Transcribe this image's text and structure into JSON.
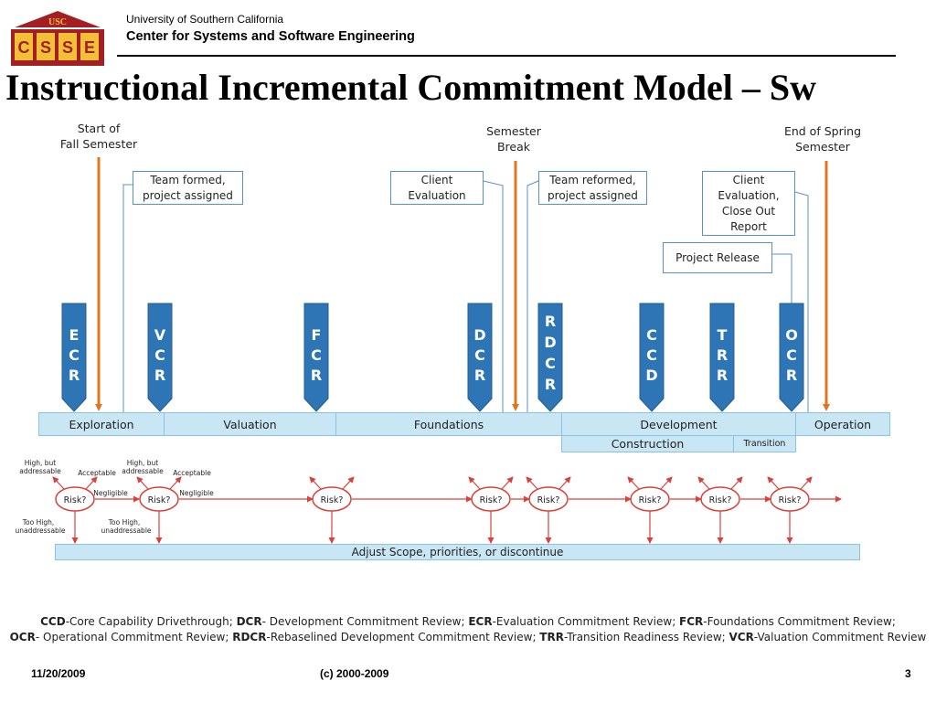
{
  "header": {
    "university": "University of Southern California",
    "center": "Center for Systems and Software Engineering",
    "logo_top": "USC",
    "logo_letters": [
      "C",
      "S",
      "S",
      "E"
    ]
  },
  "title": "Instructional Incremental Commitment Model – Sw",
  "timeline": {
    "start": [
      "Start of",
      "Fall Semester"
    ],
    "break": [
      "Semester",
      "Break"
    ],
    "end": [
      "End of Spring",
      "Semester"
    ]
  },
  "notes": {
    "team_formed": [
      "Team formed,",
      "project assigned"
    ],
    "client_eval": [
      "Client",
      "Evaluation"
    ],
    "team_reformed": [
      "Team reformed,",
      "project assigned"
    ],
    "client_closeout": [
      "Client",
      "Evaluation,",
      "Close Out",
      "Report"
    ],
    "project_release": "Project Release"
  },
  "milestones": [
    {
      "id": "ecr",
      "letters": [
        "E",
        "C",
        "R"
      ]
    },
    {
      "id": "vcr",
      "letters": [
        "V",
        "C",
        "R"
      ]
    },
    {
      "id": "fcr",
      "letters": [
        "F",
        "C",
        "R"
      ]
    },
    {
      "id": "dcr",
      "letters": [
        "D",
        "C",
        "R"
      ]
    },
    {
      "id": "rdcr",
      "letters": [
        "R",
        "D",
        "C",
        "R"
      ]
    },
    {
      "id": "ccd",
      "letters": [
        "C",
        "C",
        "D"
      ]
    },
    {
      "id": "trr",
      "letters": [
        "T",
        "R",
        "R"
      ]
    },
    {
      "id": "ocr",
      "letters": [
        "O",
        "C",
        "R"
      ]
    }
  ],
  "phases": {
    "exploration": "Exploration",
    "valuation": "Valuation",
    "foundations": "Foundations",
    "development": "Development",
    "operation": "Operation",
    "construction": "Construction",
    "transition": "Transition"
  },
  "risk": {
    "node_label": "Risk?",
    "high_addressable": [
      "High, but",
      "addressable"
    ],
    "acceptable": "Acceptable",
    "negligible": "Negligible",
    "too_high": [
      "Too High,",
      "unaddressable"
    ],
    "adjust": "Adjust Scope, priorities, or discontinue"
  },
  "legend": {
    "line1": [
      {
        "abbr": "CCD",
        "def": "-Core Capability Drivethrough; "
      },
      {
        "abbr": "DCR",
        "def": "- Development Commitment Review; "
      },
      {
        "abbr": "ECR",
        "def": "-Evaluation Commitment Review; "
      },
      {
        "abbr": "FCR",
        "def": "-Foundations  Commitment Review;"
      }
    ],
    "line2": [
      {
        "abbr": "OCR",
        "def": "- Operational Commitment Review; "
      },
      {
        "abbr": "RDCR",
        "def": "-Rebaselined Development Commitment Review; "
      },
      {
        "abbr": "TRR",
        "def": "-Transition Readiness Review; "
      },
      {
        "abbr": "VCR",
        "def": "-Valuation Commitment Review"
      }
    ]
  },
  "footer": {
    "date": "11/20/2009",
    "copyright": "(c) 2000-2009",
    "page": "3"
  },
  "colors": {
    "milestone": "#2e75b6",
    "orange": "#e0761e",
    "phase_fill": "#c8e6f3",
    "risk_red": "#d9413a",
    "logo_red": "#a31f24",
    "logo_gold": "#f2c037"
  }
}
